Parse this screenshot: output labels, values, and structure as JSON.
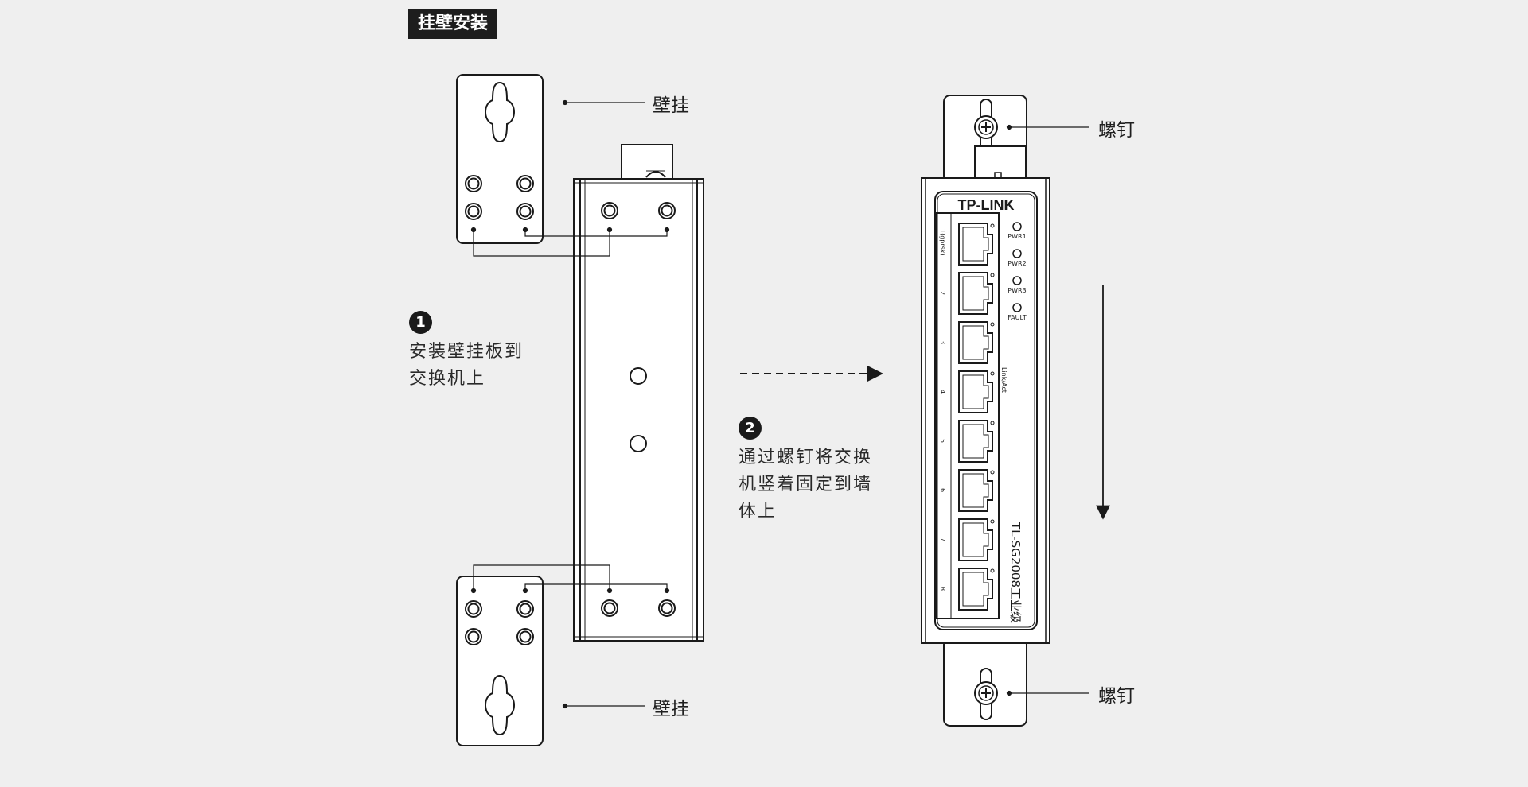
{
  "title": "挂壁安装",
  "labels": {
    "wall_mount_top": "壁挂",
    "wall_mount_bottom": "壁挂",
    "screw_top": "螺钉",
    "screw_bottom": "螺钉"
  },
  "step1": {
    "number": "1",
    "lines": [
      "安装壁挂板到",
      "交换机上"
    ]
  },
  "step2": {
    "number": "2",
    "lines": [
      "通过螺钉将交换",
      "机竖着固定到墙",
      "体上"
    ]
  },
  "device": {
    "brand": "TP-LINK",
    "model": "TL-SG2008工业级",
    "port_labels": [
      "1(gprsk)",
      "2",
      "3",
      "4",
      "5",
      "6",
      "7",
      "8"
    ],
    "leds": [
      "PWR1",
      "PWR2",
      "PWR3",
      "FAULT"
    ],
    "link_label": "Link/Act"
  },
  "colors": {
    "line": "#1a1a1a",
    "background": "#efefef",
    "badge": "#1d1d1d"
  }
}
